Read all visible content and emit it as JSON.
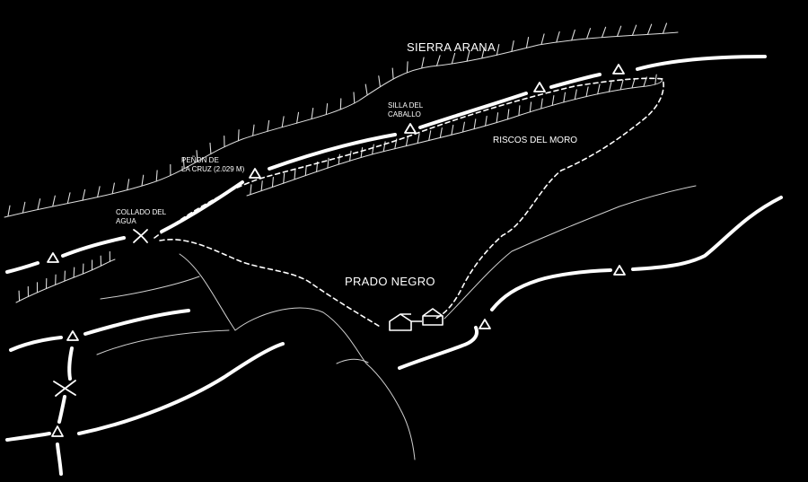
{
  "map": {
    "labels": {
      "sierra_arana": "SIERRA ARANA",
      "silla_line1": "SILLA DEL",
      "silla_line2": "CABALLO",
      "riscos": "RISCOS DEL MORO",
      "penon_line1": "PEÑON DE",
      "penon_line2": "LA CRUZ (2.029 M)",
      "collado_line1": "COLLADO DEL",
      "collado_line2": "AGUA",
      "prado": "PRADO NEGRO"
    },
    "colors": {
      "background": "#000000",
      "ink": "#ffffff"
    },
    "symbols": {
      "peak": "triangle-peak-icon",
      "pass": "pass-cross-icon",
      "refuge": "house-icon"
    }
  }
}
